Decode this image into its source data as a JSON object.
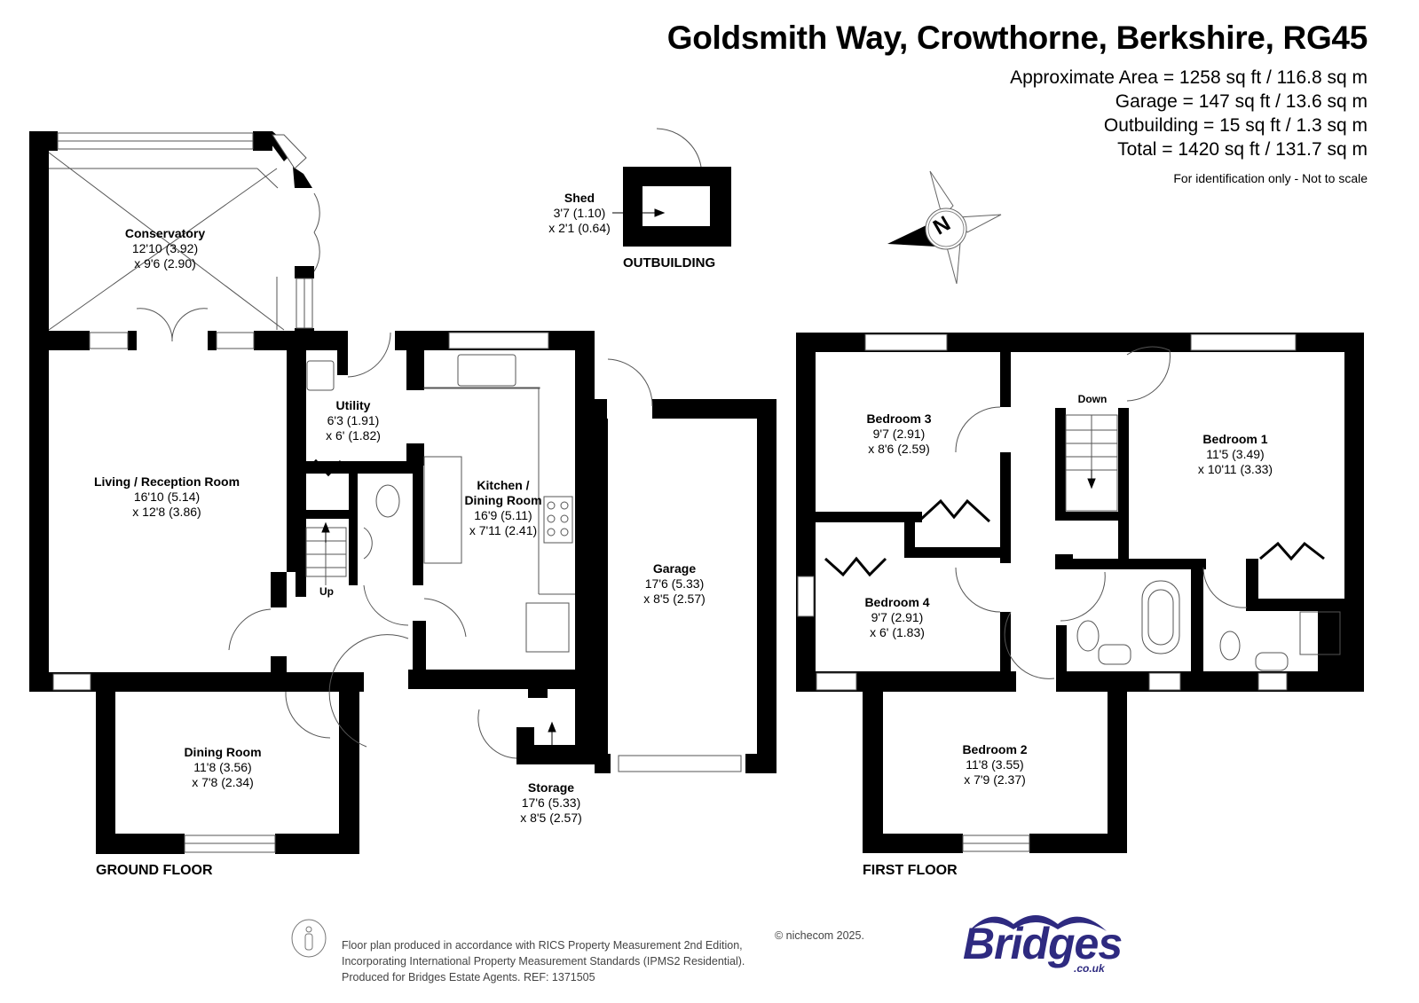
{
  "header": {
    "title": "Goldsmith Way, Crowthorne, Berkshire, RG45",
    "areas": [
      "Approximate Area = 1258 sq ft / 116.8 sq m",
      "Garage = 147 sq ft / 13.6 sq m",
      "Outbuilding = 15 sq ft / 1.3 sq m",
      "Total = 1420 sq ft / 131.7 sq m"
    ],
    "disclaimer": "For identification only - Not to scale"
  },
  "compass": {
    "letter": "N",
    "icon": "compass-rose-icon"
  },
  "outbuilding": {
    "label": "OUTBUILDING",
    "rooms": [
      {
        "name": "Shed",
        "dim1": "3'7 (1.10)",
        "dim2": "x 2'1 (0.64)"
      }
    ]
  },
  "ground_floor": {
    "label": "GROUND FLOOR",
    "stairs_label": "Up",
    "rooms": [
      {
        "name": "Conservatory",
        "dim1": "12'10 (3.92)",
        "dim2": "x 9'6 (2.90)"
      },
      {
        "name": "Living / Reception Room",
        "dim1": "16'10 (5.14)",
        "dim2": "x 12'8 (3.86)"
      },
      {
        "name": "Utility",
        "dim1": "6'3 (1.91)",
        "dim2": "x 6' (1.82)"
      },
      {
        "name": "Kitchen /",
        "name2": "Dining Room",
        "dim1": "16'9 (5.11)",
        "dim2": "x 7'11 (2.41)"
      },
      {
        "name": "Garage",
        "dim1": "17'6 (5.33)",
        "dim2": "x 8'5 (2.57)"
      },
      {
        "name": "Dining Room",
        "dim1": "11'8 (3.56)",
        "dim2": "x 7'8 (2.34)"
      },
      {
        "name": "Storage",
        "dim1": "17'6 (5.33)",
        "dim2": "x 8'5 (2.57)"
      }
    ]
  },
  "first_floor": {
    "label": "FIRST FLOOR",
    "stairs_label": "Down",
    "rooms": [
      {
        "name": "Bedroom 3",
        "dim1": "9'7 (2.91)",
        "dim2": "x 8'6 (2.59)"
      },
      {
        "name": "Bedroom 1",
        "dim1": "11'5 (3.49)",
        "dim2": "x 10'11 (3.33)"
      },
      {
        "name": "Bedroom 4",
        "dim1": "9'7 (2.91)",
        "dim2": "x 6' (1.83)"
      },
      {
        "name": "Bedroom 2",
        "dim1": "11'8 (3.55)",
        "dim2": "x 7'9 (2.37)"
      }
    ]
  },
  "footer": {
    "lines": [
      "Floor plan produced in accordance with RICS Property Measurement 2nd Edition,",
      "Incorporating International Property Measurement Standards (IPMS2 Residential).",
      "Produced for Bridges Estate Agents.   REF: 1371505"
    ],
    "copyright": "© nichecom 2025.",
    "info_icon": "ipms-person-icon"
  },
  "brand": {
    "name": "Bridges",
    "domain": ".co.uk",
    "color": "#2e2a80"
  },
  "colors": {
    "wall": "#000000",
    "background": "#ffffff",
    "fixture_line": "#555555"
  }
}
